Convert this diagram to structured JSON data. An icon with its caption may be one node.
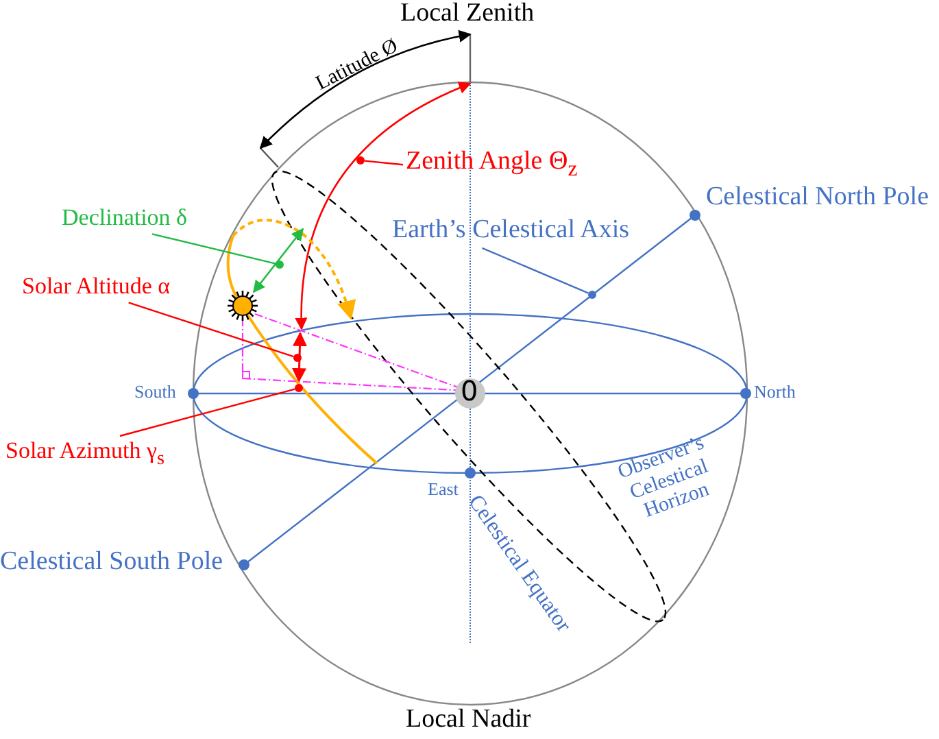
{
  "diagram": {
    "nodes": [
      {
        "text": [
          "Zenith Angle Θ$_{z}$"
        ]
      },
      {
        "text": [
          "Declination δ"
        ]
      },
      {
        "text": [
          "Solar Altitude α"
        ]
      },
      {
        "text": [
          "Solar Azimuth γ$_{s}$"
        ]
      },
      {
        "text": [
          "Earth’s Celestical Axis"
        ]
      },
      {
        "text": [],
        "shape": "circle"
      },
      {
        "text": [],
        "shape": "circle"
      },
      {
        "text": [],
        "shape": "circle"
      },
      {
        "text": [],
        "shape": "circle"
      },
      {
        "text": [],
        "shape": "circle"
      }
    ],
    "edges": [
      {
        "from": 0,
        "to": 5,
        "arrow": "none",
        "color": "#ff0000"
      },
      {
        "from": 1,
        "to": 6,
        "arrow": "none",
        "color": "#22bb44"
      },
      {
        "from": 2,
        "to": 7,
        "arrow": "none",
        "color": "#ff0000"
      },
      {
        "from": 3,
        "to": 8,
        "arrow": "none",
        "color": "#ff0000"
      },
      {
        "from": 4,
        "to": 9,
        "arrow": "none",
        "color": "#4472c4"
      }
    ],
    "labels": [
      "Local Zenith",
      "Latitude Ø",
      "Celestical North Pole",
      "South",
      "0",
      "North",
      "East",
      "Observer’s Celestical Horizon",
      "Celestical South Pole",
      "Celestical Equator",
      "Local Nadir"
    ]
  }
}
